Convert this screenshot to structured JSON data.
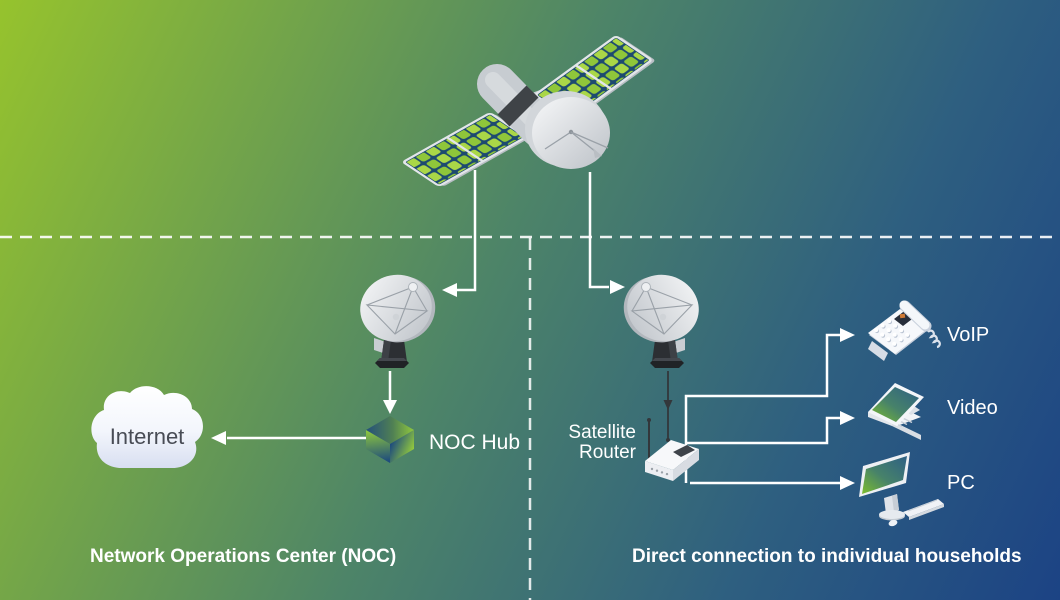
{
  "sections": {
    "noc": {
      "title": "Network Operations Center (NOC)",
      "internet_label": "Internet",
      "hub_label": "NOC Hub"
    },
    "household": {
      "title": "Direct connection to individual households",
      "router_label": {
        "line1": "Satellite",
        "line2": "Router"
      },
      "devices": [
        {
          "label": "VoIP"
        },
        {
          "label": "Video"
        },
        {
          "label": "PC"
        }
      ]
    }
  },
  "colors": {
    "bg_start": "#96c32d",
    "bg_mid": "#4d8468",
    "bg_end": "#1c4384",
    "connector_line": "#ffffff",
    "solar_cell_green": "#a3d23e",
    "solar_panel_frame": "#1d4a70",
    "cube_green": "#8dc63f",
    "cube_blue": "#1d4b7d",
    "internet_text": "#484c55"
  }
}
